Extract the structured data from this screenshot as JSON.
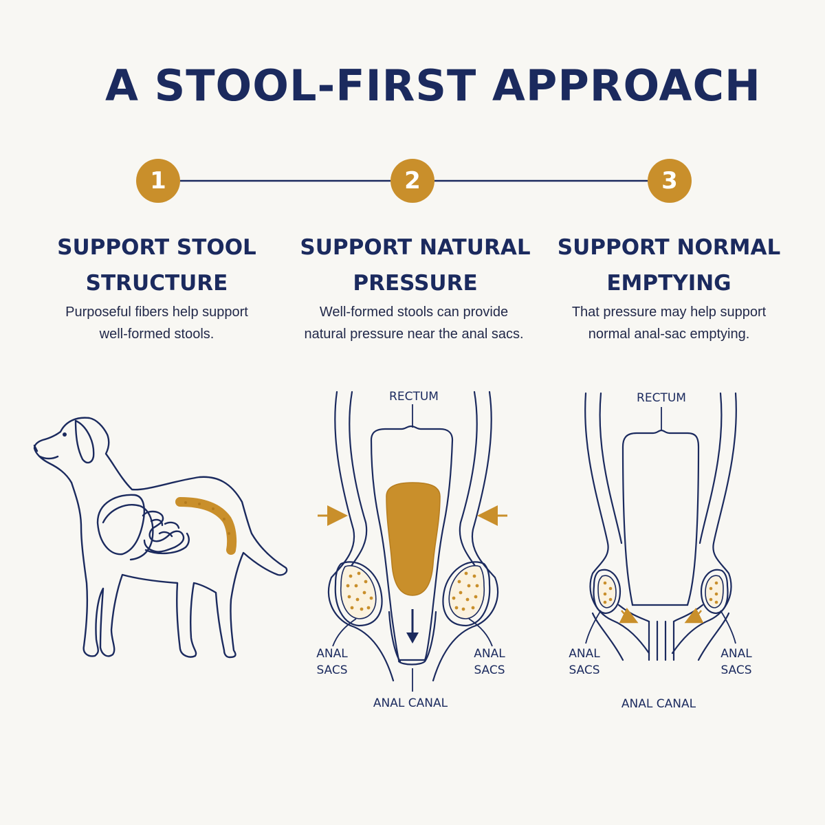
{
  "title": "A STOOL-FIRST APPROACH",
  "steps": [
    {
      "number": "1",
      "heading": [
        "SUPPORT STOOL",
        "STRUCTURE"
      ],
      "description": [
        "Purposeful fibers help support",
        "well-formed stools."
      ]
    },
    {
      "number": "2",
      "heading": [
        "SUPPORT NATURAL",
        "PRESSURE"
      ],
      "description": [
        "Well-formed stools can provide",
        "natural pressure near the anal sacs."
      ]
    },
    {
      "number": "3",
      "heading": [
        "SUPPORT NORMAL",
        "EMPTYING"
      ],
      "description": [
        "That pressure may help support",
        "normal anal-sac emptying."
      ]
    }
  ],
  "diagram2": {
    "top_label": "RECTUM",
    "left_label": [
      "ANAL",
      "SACS"
    ],
    "right_label": [
      "ANAL",
      "SACS"
    ],
    "bottom_label": "ANAL CANAL"
  },
  "diagram3": {
    "top_label": "RECTUM",
    "left_label": [
      "ANAL",
      "SACS"
    ],
    "right_label": [
      "ANAL",
      "SACS"
    ],
    "bottom_label": "ANAL CANAL"
  },
  "colors": {
    "navy": "#1b2a5e",
    "accent": "#c98f2b",
    "background": "#f8f7f3"
  }
}
